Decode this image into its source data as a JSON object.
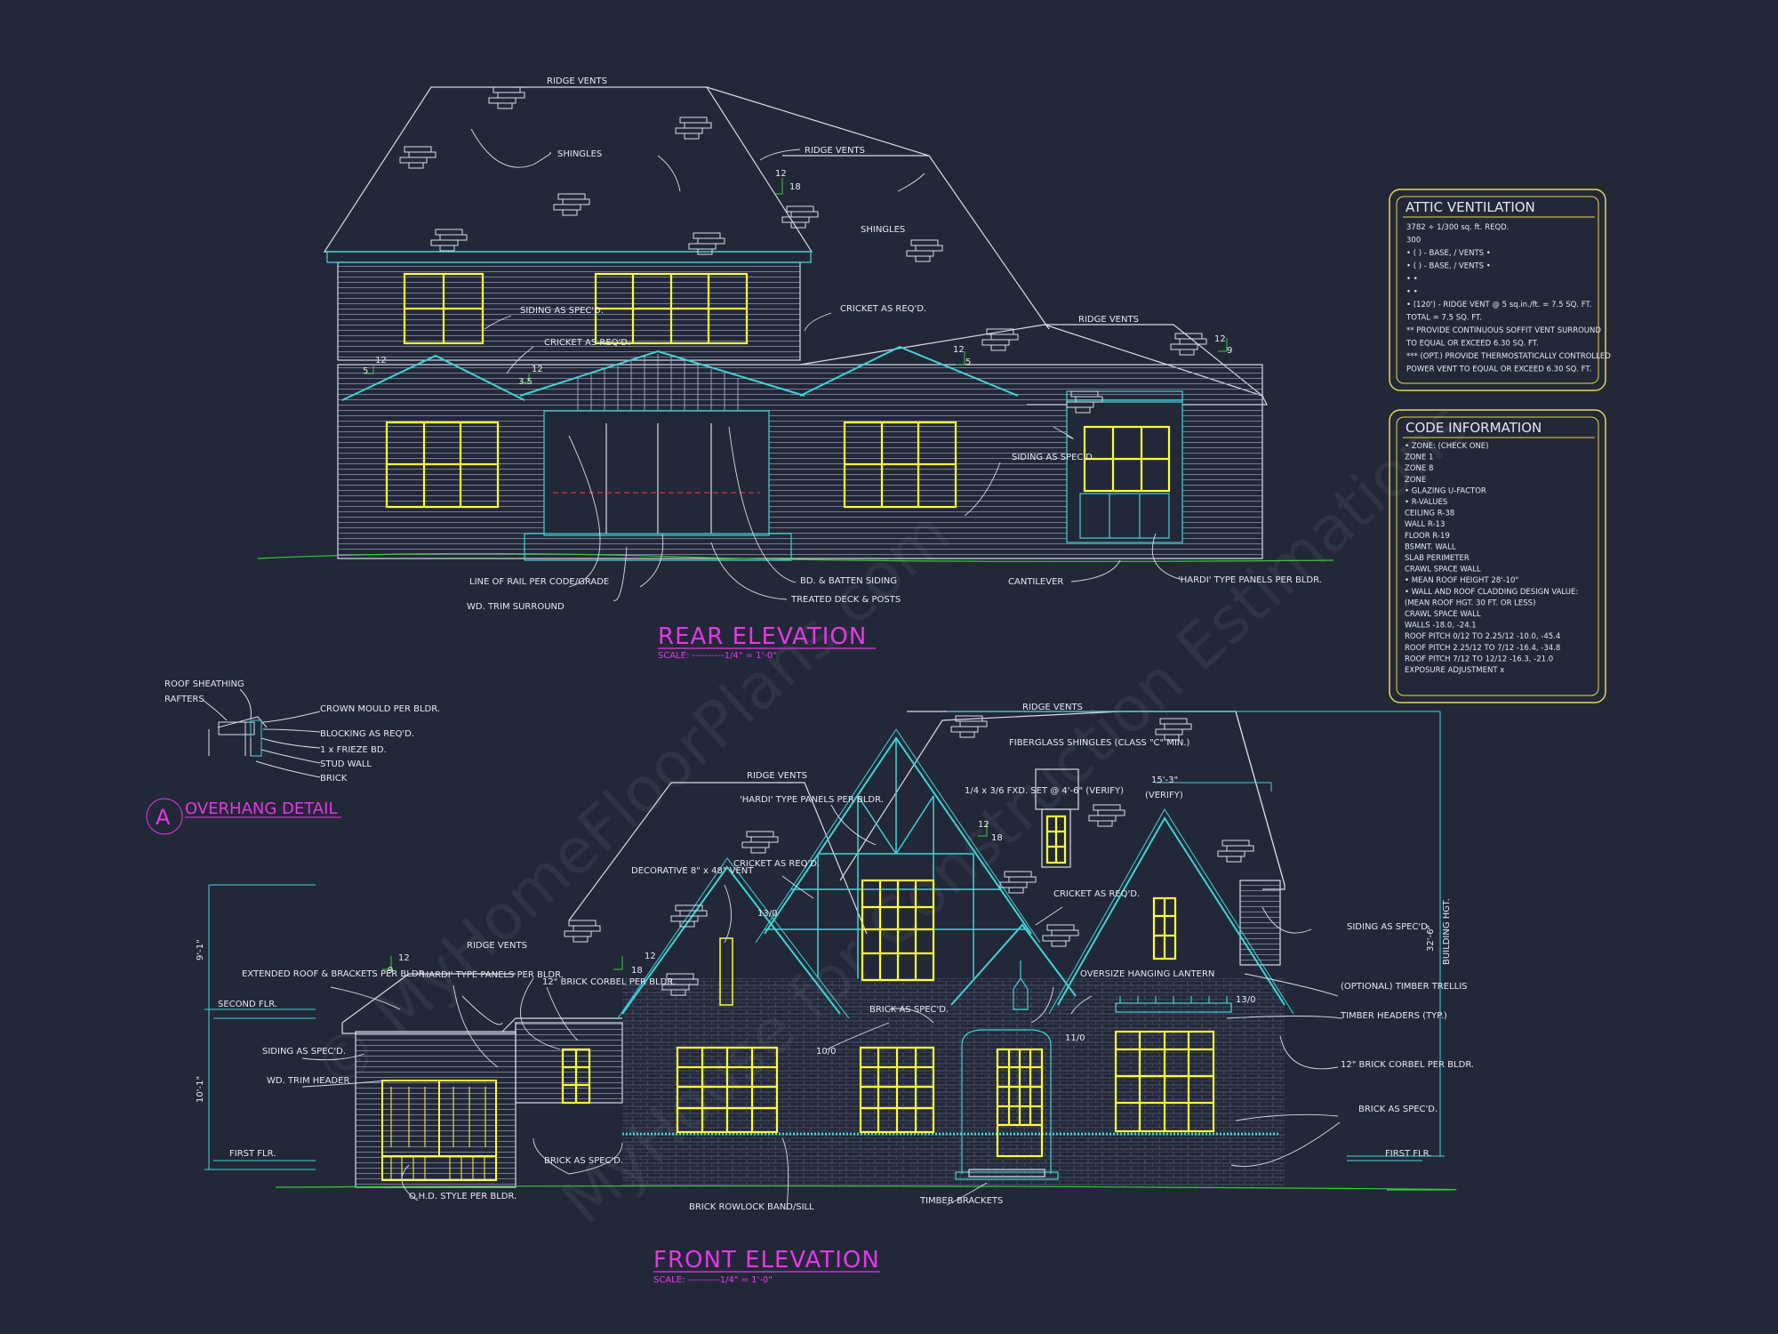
{
  "watermark": {
    "line1": "© MyHomeFloorPlans.com",
    "line2": "MyHouse for Construction Estimations"
  },
  "colors": {
    "background": "#232839",
    "linework": "#d8dae6",
    "window": "#ffff33",
    "trim": "#3fd4d4",
    "title": "#e637e6",
    "dimension": "#3fd4d4",
    "tag": "#33cc33"
  },
  "rear_elevation": {
    "title": "REAR ELEVATION",
    "scale": "SCALE: ----------1/4\" = 1'-0\"",
    "labels": {
      "ridge_vents_1": "RIDGE VENTS",
      "ridge_vents_2": "RIDGE VENTS",
      "ridge_vents_3": "RIDGE VENTS",
      "shingles_1": "SHINGLES",
      "shingles_2": "SHINGLES",
      "siding_1": "SIDING AS SPEC'D.",
      "cricket_1": "CRICKET AS REQ'D.",
      "cricket_2": "CRICKET AS REQ'D.",
      "siding_2": "SIDING AS SPEC'D.",
      "line_of_rail": "LINE OF RAIL PER CODE/GRADE",
      "wd_trim": "WD. TRIM SURROUND",
      "bd_batten": "BD. & BATTEN SIDING",
      "treated_deck": "TREATED DECK & POSTS",
      "cantilever": "CANTILEVER",
      "hardi": "'HARDI' TYPE PANELS PER BLDR."
    },
    "pitches": [
      "12",
      "18",
      "12",
      "5",
      "12",
      "3.5",
      "12",
      "5",
      "12",
      "9"
    ]
  },
  "front_elevation": {
    "title": "FRONT ELEVATION",
    "scale": "SCALE: ----------1/4\" = 1'-0\"",
    "labels": {
      "ridge_vents_1": "RIDGE VENTS",
      "ridge_vents_2": "RIDGE VENTS",
      "ridge_vents_3": "RIDGE VENTS",
      "fiberglass": "FIBERGLASS SHINGLES (CLASS \"C\" MIN.)",
      "fxd": "1/4 x 3/6 FXD. SET @ 4'-6\" (VERIFY)",
      "verify": "(VERIFY)",
      "hardi_1": "'HARDI' TYPE PANELS PER BLDR.",
      "decorative": "DECORATIVE 8\" x 48\" VENT",
      "cricket_1": "CRICKET AS REQ'D.",
      "cricket_2": "CRICKET AS REQ'D.",
      "extended_roof": "EXTENDED ROOF & BRACKETS PER BLDR.",
      "hardi_2": "'HARDI' TYPE PANELS PER BLDR.",
      "corbel_1": "12\" BRICK CORBEL PER BLDR.",
      "brick_1": "BRICK AS SPEC'D.",
      "oversize": "OVERSIZE HANGING LANTERN",
      "siding_1": "SIDING AS SPEC'D.",
      "trellis": "(OPTIONAL) TIMBER TRELLIS",
      "timber_headers": "TIMBER HEADERS (TYP.)",
      "corbel_2": "12\" BRICK CORBEL PER BLDR.",
      "brick_2": "BRICK AS SPEC'D.",
      "siding_2": "SIDING AS SPEC'D.",
      "wd_trim": "WD. TRIM HEADER",
      "ohd": "O.H.D. STYLE PER BLDR.",
      "brick_3": "BRICK AS SPEC'D.",
      "rowlock": "BRICK ROWLOCK BAND/SILL",
      "timber_brackets": "TIMBER BRACKETS",
      "second_flr": "SECOND FLR.",
      "first_flr_l": "FIRST FLR.",
      "first_flr_r": "FIRST FLR.",
      "building_hgt": "BUILDING HGT.",
      "dim_upper": "9'-1\"",
      "dim_lower": "10'-1\"",
      "dim_right": "32'-6\"",
      "dim_verify": "15'-3\"",
      "ratio_1": "10/0",
      "ratio_2": "13/0",
      "ratio_3": "11/0",
      "ratio_4": "13/0"
    },
    "pitches": [
      "12",
      "9",
      "12",
      "18",
      "12",
      "18"
    ]
  },
  "overhang_detail": {
    "tag": "A",
    "title": "OVERHANG DETAIL",
    "labels": [
      "ROOF SHEATHING",
      "RAFTERS",
      "CROWN MOULD PER BLDR.",
      "BLOCKING AS REQ'D.",
      "1 x FRIEZE BD.",
      "STUD WALL",
      "BRICK"
    ]
  },
  "attic_ventilation": {
    "title": "ATTIC VENTILATION",
    "lines": [
      "3782 ÷ 1/300 sq. ft. REQD.",
      "300",
      "• (   ) -        BASE,   /   VENTS  •",
      "• (   ) -        BASE,   /   VENTS  •",
      "•                                   •",
      "•                                   •",
      "• (120') - RIDGE VENT @ 5 sq.in./ft. = 7.5 SQ. FT.",
      "                          TOTAL     = 7.5 SQ. FT.",
      "** PROVIDE CONTINUOUS SOFFIT VENT SURROUND",
      "   TO EQUAL OR EXCEED  6.30 SQ. FT.",
      "*** (OPT.) PROVIDE THERMOSTATICALLY CONTROLLED",
      "   POWER VENT TO EQUAL OR EXCEED  6.30 SQ. FT."
    ]
  },
  "code_information": {
    "title": "CODE INFORMATION",
    "lines": [
      "• ZONE: (CHECK ONE)",
      "     ZONE 1",
      "     ZONE 8",
      "     ZONE",
      "• GLAZING U-FACTOR",
      "• R-VALUES",
      "     CEILING            R-38",
      "     WALL               R-13",
      "     FLOOR              R-19",
      "     BSMNT. WALL",
      "     SLAB PERIMETER",
      "     CRAWL SPACE WALL",
      "• MEAN ROOF HEIGHT  28'-10\"",
      "• WALL AND ROOF CLADDING DESIGN VALUE:",
      "  (MEAN ROOF HGT. 30 FT. OR LESS)",
      "     CRAWL SPACE WALL",
      "     WALLS                  -18.0, -24.1",
      "     ROOF PITCH 0/12 TO 2.25/12   -10.0, -45.4",
      "     ROOF PITCH 2.25/12 TO 7/12   -16.4, -34.8",
      "     ROOF PITCH 7/12 TO 12/12    -16.3, -21.0",
      "     EXPOSURE ADJUSTMENT          x"
    ]
  }
}
